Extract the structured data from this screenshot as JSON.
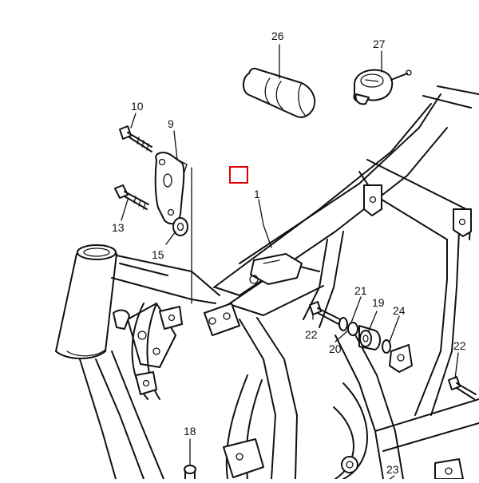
{
  "diagram": {
    "callouts": [
      {
        "id": "c26",
        "label": "26"
      },
      {
        "id": "c27",
        "label": "27"
      },
      {
        "id": "c10",
        "label": "10"
      },
      {
        "id": "c9",
        "label": "9"
      },
      {
        "id": "c13",
        "label": "13"
      },
      {
        "id": "c15",
        "label": "15"
      },
      {
        "id": "c1",
        "label": "1"
      },
      {
        "id": "c21",
        "label": "21"
      },
      {
        "id": "c19",
        "label": "19"
      },
      {
        "id": "c24",
        "label": "24"
      },
      {
        "id": "c22a",
        "label": "22"
      },
      {
        "id": "c20",
        "label": "20"
      },
      {
        "id": "c22b",
        "label": "22"
      },
      {
        "id": "c18",
        "label": "18"
      },
      {
        "id": "c23",
        "label": "23"
      }
    ],
    "highlight_color": "#e00000"
  }
}
